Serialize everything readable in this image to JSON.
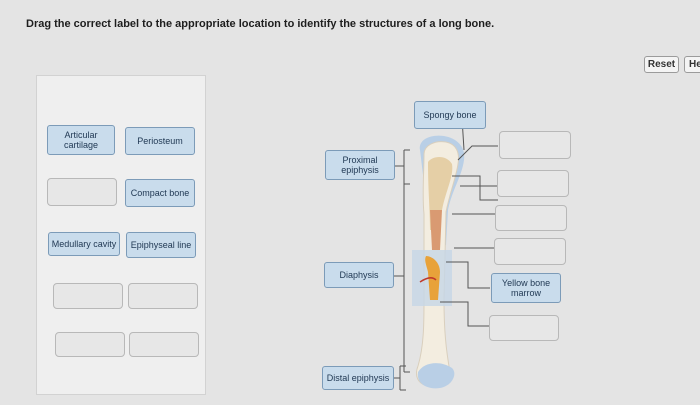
{
  "question": "Drag the correct label to the appropriate location to identify the structures of a long bone.",
  "buttons": {
    "reset": "Reset",
    "help": "He"
  },
  "labels": {
    "articular_cartilage": "Articular\ncartilage",
    "periosteum": "Periosteum",
    "compact_bone": "Compact bone",
    "medullary_cavity": "Medullary cavity",
    "epiphyseal_line": "Epiphyseal line"
  },
  "placed": {
    "spongy_bone": "Spongy bone",
    "proximal_epiphysis": "Proximal\nepiphysis",
    "diaphysis": "Diaphysis",
    "distal_epiphysis": "Distal epiphysis",
    "yellow_bone_marrow": "Yellow bone\nmarrow"
  },
  "colors": {
    "label_fill": "#c9dcec",
    "label_border": "#7c9bb8",
    "slot_fill": "#e7e7e7",
    "bone": "#f3ede0",
    "bone_shadow": "#d9cfbd",
    "cartilage": "#b9cfe6",
    "marrow": "#e8a23a"
  }
}
